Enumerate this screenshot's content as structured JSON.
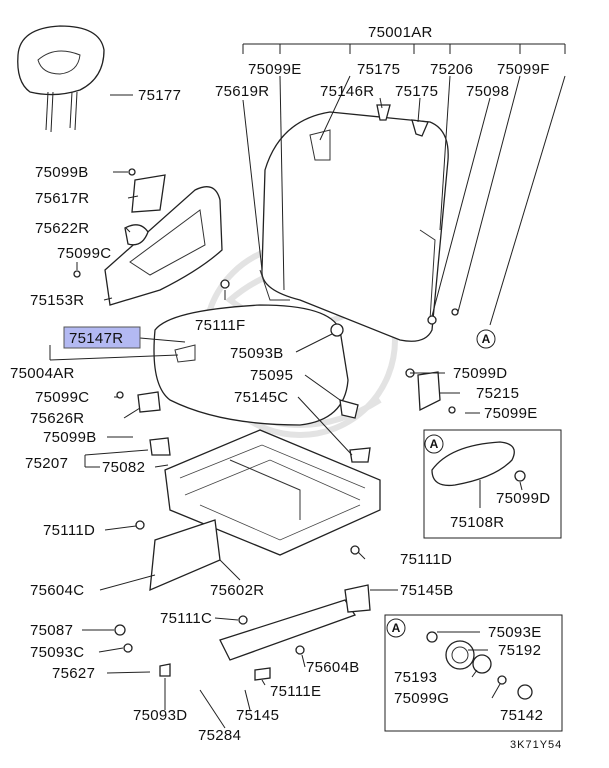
{
  "diagram": {
    "highlight_label": "75147R",
    "labels": [
      {
        "id": "75001AR",
        "text": "75001AR"
      },
      {
        "id": "75099E-top",
        "text": "75099E"
      },
      {
        "id": "75175-a",
        "text": "75175"
      },
      {
        "id": "75206",
        "text": "75206"
      },
      {
        "id": "75099F",
        "text": "75099F"
      },
      {
        "id": "75619R",
        "text": "75619R"
      },
      {
        "id": "75146R",
        "text": "75146R"
      },
      {
        "id": "75175-b",
        "text": "75175"
      },
      {
        "id": "75098",
        "text": "75098"
      },
      {
        "id": "75177",
        "text": "75177"
      },
      {
        "id": "75099B-a",
        "text": "75099B"
      },
      {
        "id": "75617R",
        "text": "75617R"
      },
      {
        "id": "75622R",
        "text": "75622R"
      },
      {
        "id": "75099C-a",
        "text": "75099C"
      },
      {
        "id": "75153R",
        "text": "75153R"
      },
      {
        "id": "75111F",
        "text": "75111F"
      },
      {
        "id": "75004AR",
        "text": "75004AR"
      },
      {
        "id": "75093B",
        "text": "75093B"
      },
      {
        "id": "75099C-b",
        "text": "75099C"
      },
      {
        "id": "75095",
        "text": "75095"
      },
      {
        "id": "75099D-a",
        "text": "75099D"
      },
      {
        "id": "75626R",
        "text": "75626R"
      },
      {
        "id": "75145C",
        "text": "75145C"
      },
      {
        "id": "75215",
        "text": "75215"
      },
      {
        "id": "75099B-b",
        "text": "75099B"
      },
      {
        "id": "75099E-b",
        "text": "75099E"
      },
      {
        "id": "75207",
        "text": "75207"
      },
      {
        "id": "75082",
        "text": "75082"
      },
      {
        "id": "75099D-b",
        "text": "75099D"
      },
      {
        "id": "75108R",
        "text": "75108R"
      },
      {
        "id": "75111D-a",
        "text": "75111D"
      },
      {
        "id": "75111D-b",
        "text": "75111D"
      },
      {
        "id": "75604C",
        "text": "75604C"
      },
      {
        "id": "75602R",
        "text": "75602R"
      },
      {
        "id": "75145B",
        "text": "75145B"
      },
      {
        "id": "75087",
        "text": "75087"
      },
      {
        "id": "75111C",
        "text": "75111C"
      },
      {
        "id": "75093E",
        "text": "75093E"
      },
      {
        "id": "75093C",
        "text": "75093C"
      },
      {
        "id": "75192",
        "text": "75192"
      },
      {
        "id": "75627",
        "text": "75627"
      },
      {
        "id": "75604B",
        "text": "75604B"
      },
      {
        "id": "75193",
        "text": "75193"
      },
      {
        "id": "75111E",
        "text": "75111E"
      },
      {
        "id": "75099G",
        "text": "75099G"
      },
      {
        "id": "75093D",
        "text": "75093D"
      },
      {
        "id": "75145",
        "text": "75145"
      },
      {
        "id": "75142",
        "text": "75142"
      },
      {
        "id": "75284",
        "text": "75284"
      }
    ],
    "callout_marker": "A",
    "figure_code": "3K71Y54",
    "highlight_color": "#b3b9f2"
  }
}
